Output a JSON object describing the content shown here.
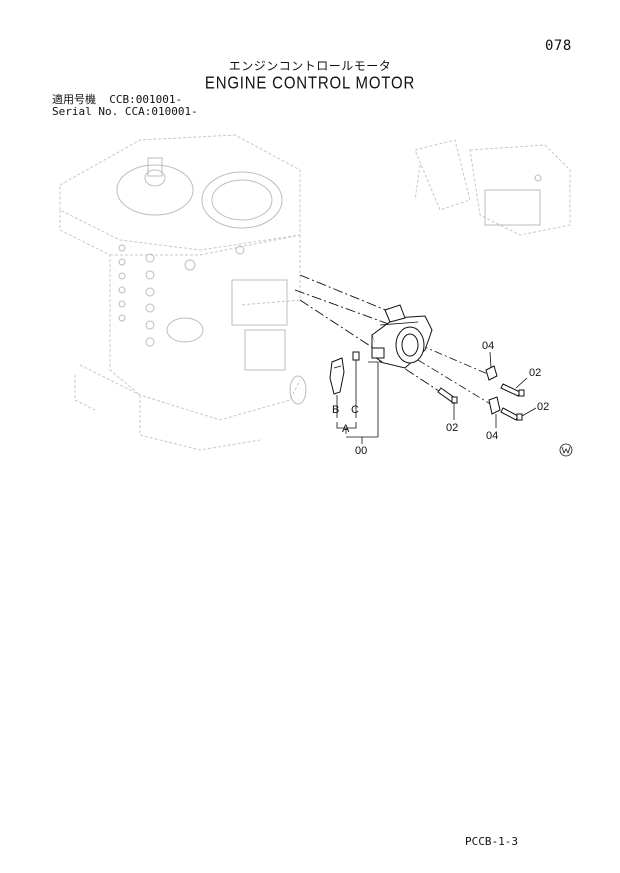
{
  "page_number": "078",
  "title_jp": "エンジンコントロールモータ",
  "title_en": "ENGINE CONTROL MOTOR",
  "serial": {
    "line1_label": "適用号機",
    "line1_value": "CCB:001001-",
    "line2_label": "Serial No.",
    "line2_value": "CCA:010001-"
  },
  "callouts": {
    "assembly": "00",
    "bolt_upper": "02",
    "bolt_lower_right": "02",
    "bolt_lower_left": "02",
    "bracket_upper": "04",
    "bracket_lower": "04",
    "a": "A",
    "b": "B",
    "c": "C"
  },
  "footer_code": "PCCB-1-3"
}
